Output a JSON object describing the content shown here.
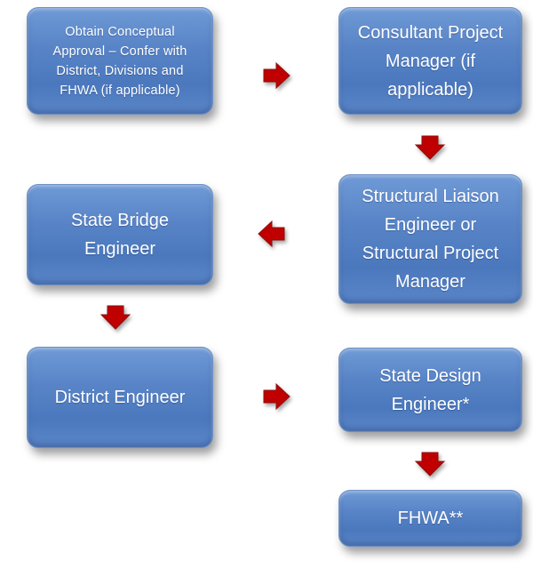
{
  "diagram": {
    "boxes": [
      {
        "id": "b1",
        "label": "Obtain Conceptual\nApproval – Confer with\nDistrict, Divisions and\nFHWA (if applicable)"
      },
      {
        "id": "b2",
        "label": "Consultant Project\nManager (if\napplicable)"
      },
      {
        "id": "b3",
        "label": "State Bridge\nEngineer"
      },
      {
        "id": "b4",
        "label": "Structural Liaison\nEngineer or\nStructural Project\nManager"
      },
      {
        "id": "b5",
        "label": "District Engineer"
      },
      {
        "id": "b6",
        "label": "State Design\nEngineer*"
      },
      {
        "id": "b7",
        "label": "FHWA**"
      }
    ],
    "arrow_color": "#c00000",
    "arrows": [
      {
        "from": "b1",
        "to": "b2",
        "direction": "right"
      },
      {
        "from": "b2",
        "to": "b4",
        "direction": "down"
      },
      {
        "from": "b4",
        "to": "b3",
        "direction": "left"
      },
      {
        "from": "b3",
        "to": "b5",
        "direction": "down"
      },
      {
        "from": "b5",
        "to": "b6",
        "direction": "right"
      },
      {
        "from": "b6",
        "to": "b7",
        "direction": "down"
      }
    ]
  }
}
